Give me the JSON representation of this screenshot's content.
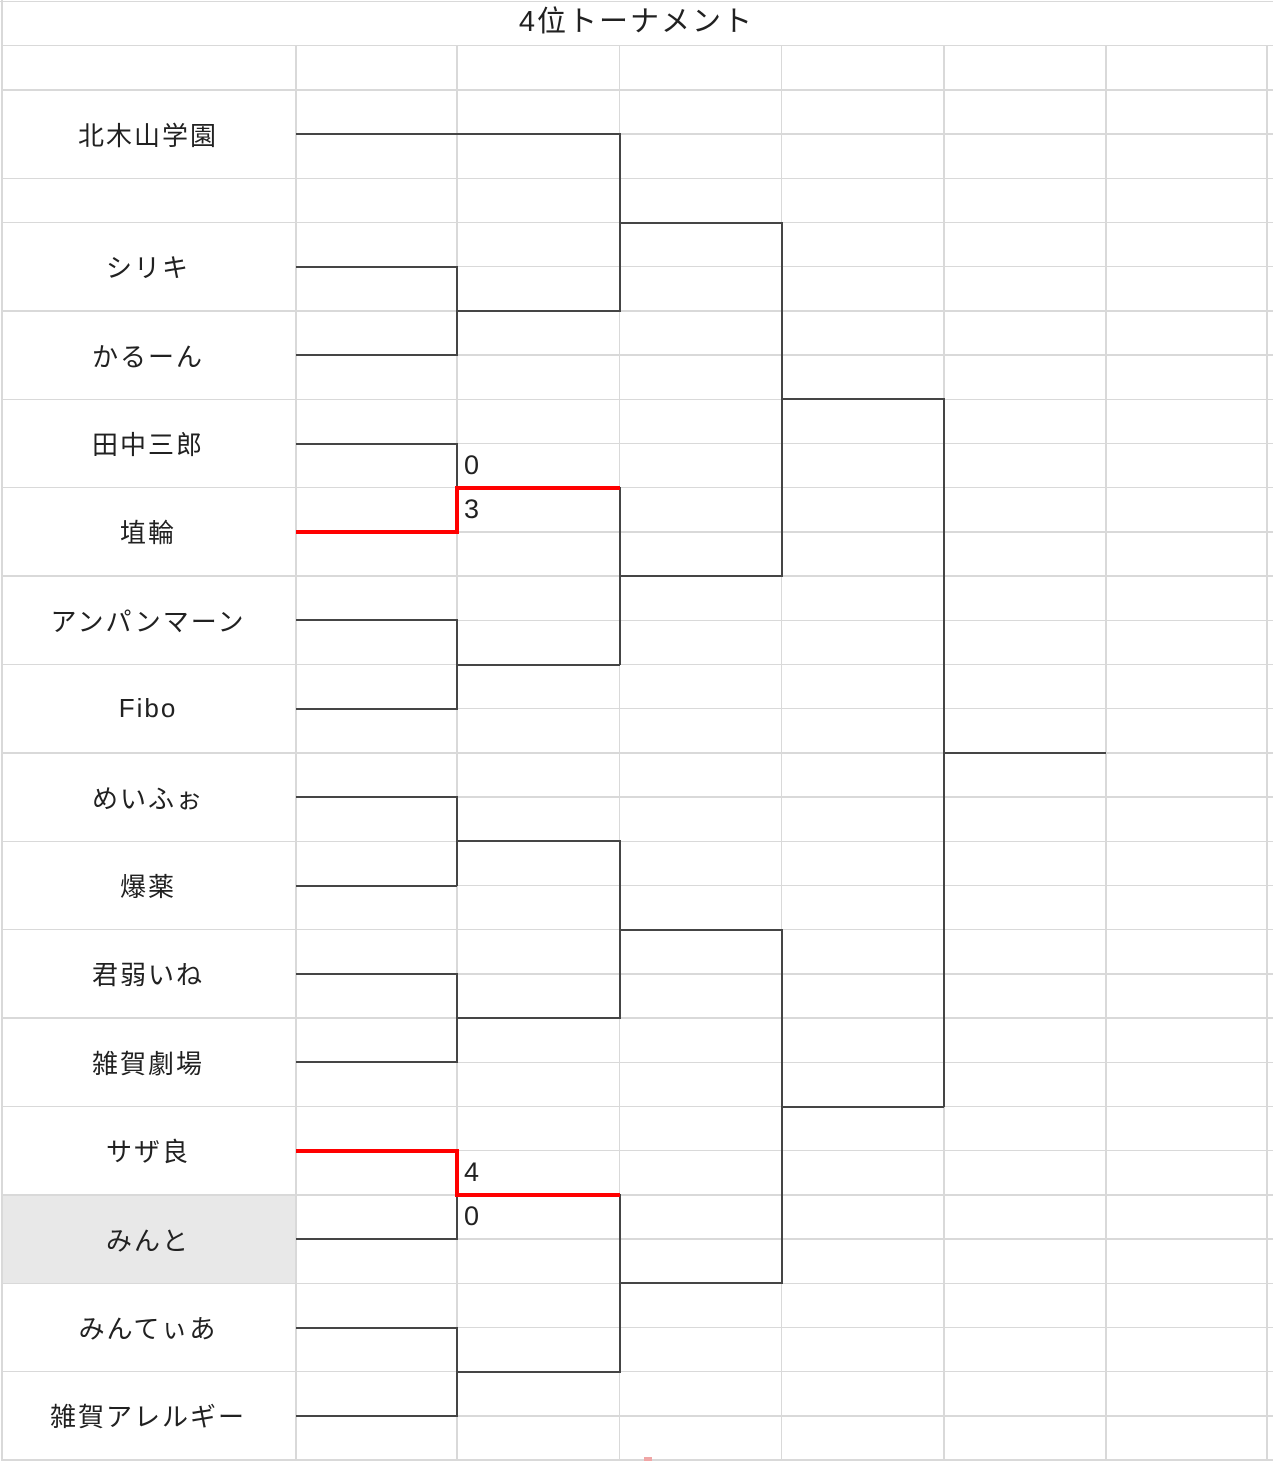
{
  "title": "4位トーナメント",
  "teams": [
    {
      "name": "北木山学園"
    },
    {
      "name": "シリキ"
    },
    {
      "name": "かるーん"
    },
    {
      "name": "田中三郎"
    },
    {
      "name": "埴輪"
    },
    {
      "name": "アンパンマーン"
    },
    {
      "name": "Fibo"
    },
    {
      "name": "めいふぉ"
    },
    {
      "name": "爆薬"
    },
    {
      "name": "君弱いね"
    },
    {
      "name": "雑賀劇場"
    },
    {
      "name": "サザ良"
    },
    {
      "name": "みんと"
    },
    {
      "name": "みんてぃあ"
    },
    {
      "name": "雑賀アレルギー"
    }
  ],
  "matches": [
    {
      "players": [
        "田中三郎",
        "埴輪"
      ],
      "scores": [
        "0",
        "3"
      ],
      "winner": "埴輪"
    },
    {
      "players": [
        "サザ良",
        "みんと"
      ],
      "scores": [
        "4",
        "0"
      ],
      "winner": "サザ良"
    }
  ],
  "highlighted_team": "みんと",
  "colors": {
    "background": "#ffffff",
    "gridline": "#d9d9d9",
    "line_dark": "#454545",
    "line_winner": "#ff0000",
    "cell_highlight": "#e8e8e8",
    "text": "#212121"
  }
}
